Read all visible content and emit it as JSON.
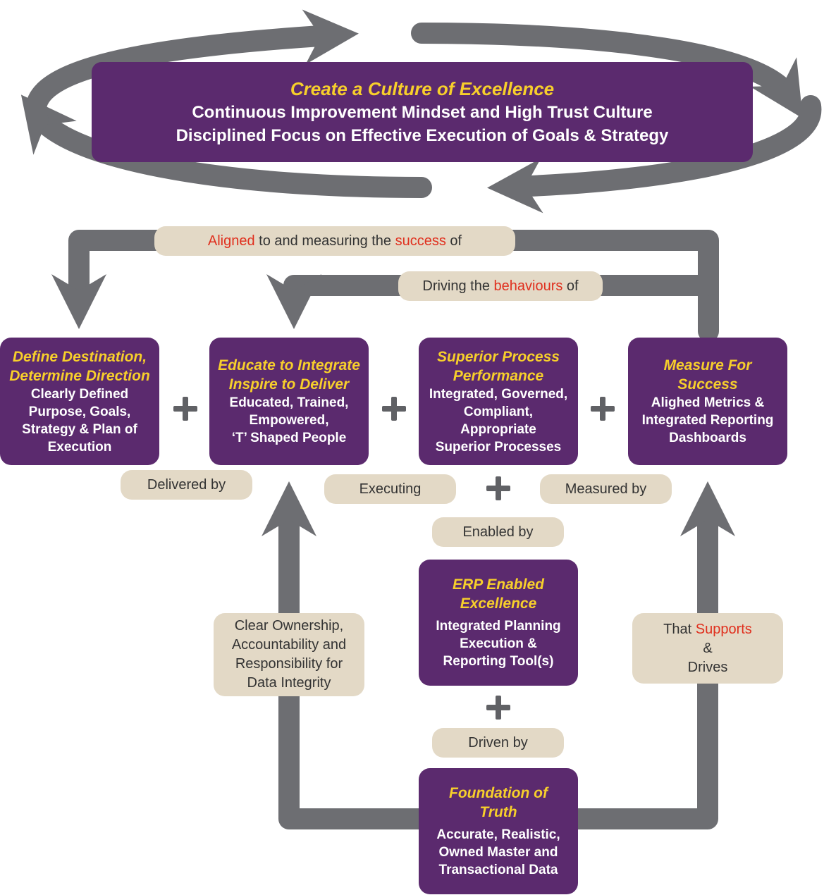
{
  "culture": {
    "title": "Create a Culture of Excellence",
    "line1": "Continuous Improvement Mindset and High Trust Culture",
    "line2": "Disciplined Focus on Effective Execution of Goals & Strategy"
  },
  "pillars": [
    {
      "title1": "Define Destination,",
      "title2": "Determine Direction",
      "lines": [
        "Clearly Defined",
        "Purpose, Goals,",
        "Strategy & Plan of",
        "Execution"
      ]
    },
    {
      "title1": "Educate to Integrate",
      "title2": "Inspire to Deliver",
      "lines": [
        "Educated, Trained,",
        "Empowered,",
        "‘T’ Shaped People"
      ]
    },
    {
      "title1": "Superior Process",
      "title2": "Performance",
      "lines": [
        "Integrated, Governed,",
        "Compliant,",
        "Appropriate",
        "Superior Processes"
      ]
    },
    {
      "title1": "Measure For",
      "title2": "Success",
      "lines": [
        "Alighed Metrics &",
        "Integrated Reporting",
        "Dashboards"
      ]
    }
  ],
  "erp": {
    "title1": "ERP Enabled",
    "title2": "Excellence",
    "lines": [
      "Integrated Planning",
      "Execution &",
      "Reporting Tool(s)"
    ]
  },
  "foundation": {
    "title1": "Foundation of",
    "title2": "Truth",
    "lines": [
      "Accurate, Realistic,",
      "Owned Master and",
      "Transactional Data"
    ]
  },
  "connectors": {
    "aligned": {
      "w1": "Aligned",
      "w2": " to and measuring the ",
      "w3": "success",
      "w4": " of"
    },
    "driving": {
      "w1": "Driving the ",
      "w2": "behaviours",
      "w3": " of"
    },
    "delivered_by": "Delivered by",
    "executing": "Executing",
    "measured_by": "Measured by",
    "enabled_by": "Enabled by",
    "driven_by": "Driven by",
    "ownership": [
      "Clear Ownership,",
      "Accountability and",
      "Responsibility for",
      "Data Integrity"
    ],
    "supports": {
      "w1": "That ",
      "w2": "Supports",
      "l2": "&",
      "l3": "Drives"
    }
  },
  "colors": {
    "purple": "#5b2a6e",
    "gold": "#f7cf2b",
    "beige": "#e3d9c6",
    "arrow_grey": "#6d6e72",
    "accent_red": "#e0301e"
  }
}
